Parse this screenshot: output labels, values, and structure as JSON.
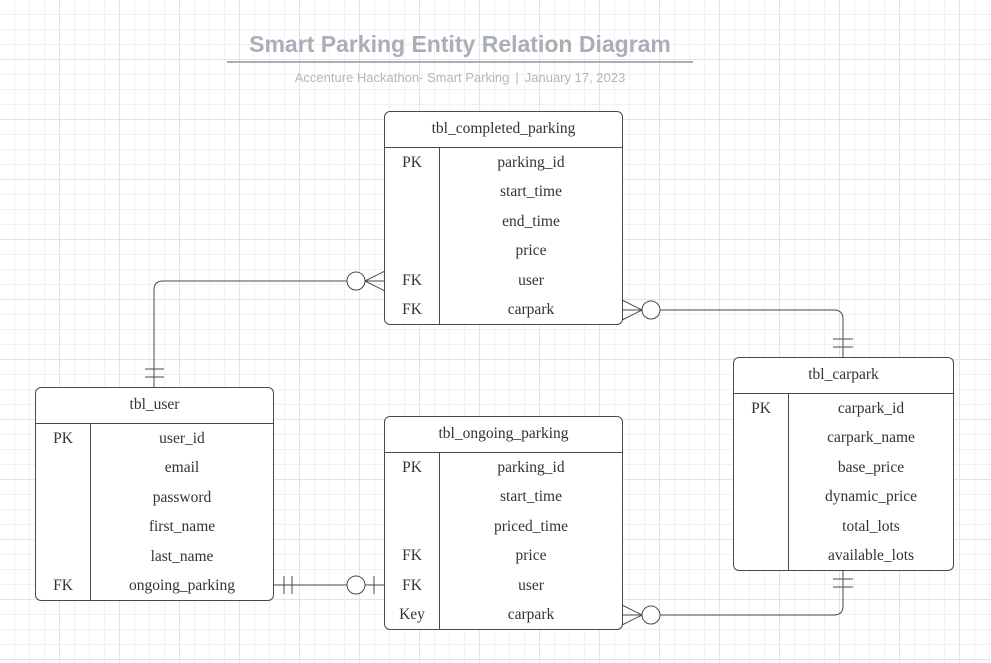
{
  "title": "Smart Parking Entity Relation Diagram",
  "subtitle": {
    "event": "Accenture Hackathon- Smart Parking",
    "separator": "|",
    "date": "January 17, 2023"
  },
  "entities": {
    "completed": {
      "name": "tbl_completed_parking",
      "rows": [
        {
          "key": "PK",
          "field": "parking_id"
        },
        {
          "key": "",
          "field": "start_time"
        },
        {
          "key": "",
          "field": "end_time"
        },
        {
          "key": "",
          "field": "price"
        },
        {
          "key": "FK",
          "field": "user"
        },
        {
          "key": "FK",
          "field": "carpark"
        }
      ]
    },
    "user": {
      "name": "tbl_user",
      "rows": [
        {
          "key": "PK",
          "field": "user_id"
        },
        {
          "key": "",
          "field": "email"
        },
        {
          "key": "",
          "field": "password"
        },
        {
          "key": "",
          "field": "first_name"
        },
        {
          "key": "",
          "field": "last_name"
        },
        {
          "key": "FK",
          "field": "ongoing_parking"
        }
      ]
    },
    "ongoing": {
      "name": "tbl_ongoing_parking",
      "rows": [
        {
          "key": "PK",
          "field": "parking_id"
        },
        {
          "key": "",
          "field": "start_time"
        },
        {
          "key": "",
          "field": "priced_time"
        },
        {
          "key": "FK",
          "field": "price"
        },
        {
          "key": "FK",
          "field": "user"
        },
        {
          "key": "Key",
          "field": "carpark"
        }
      ]
    },
    "carpark": {
      "name": "tbl_carpark",
      "rows": [
        {
          "key": "PK",
          "field": "carpark_id"
        },
        {
          "key": "",
          "field": "carpark_name"
        },
        {
          "key": "",
          "field": "base_price"
        },
        {
          "key": "",
          "field": "dynamic_price"
        },
        {
          "key": "",
          "field": "total_lots"
        },
        {
          "key": "",
          "field": "available_lots"
        }
      ]
    }
  },
  "relationships": [
    {
      "from": "tbl_user",
      "to": "tbl_completed_parking",
      "from_end": "one-and-only-one",
      "to_end": "zero-or-many"
    },
    {
      "from": "tbl_carpark",
      "to": "tbl_completed_parking",
      "from_end": "one-and-only-one",
      "to_end": "zero-or-many"
    },
    {
      "from": "tbl_user",
      "to": "tbl_ongoing_parking",
      "from_end": "one-and-only-one",
      "to_end": "zero-or-one"
    },
    {
      "from": "tbl_carpark",
      "to": "tbl_ongoing_parking",
      "from_end": "one-and-only-one",
      "to_end": "zero-or-many"
    }
  ],
  "colors": {
    "line": "#4a4a4a",
    "title": "#a9aeb7",
    "grid": "#e4e4e4"
  }
}
